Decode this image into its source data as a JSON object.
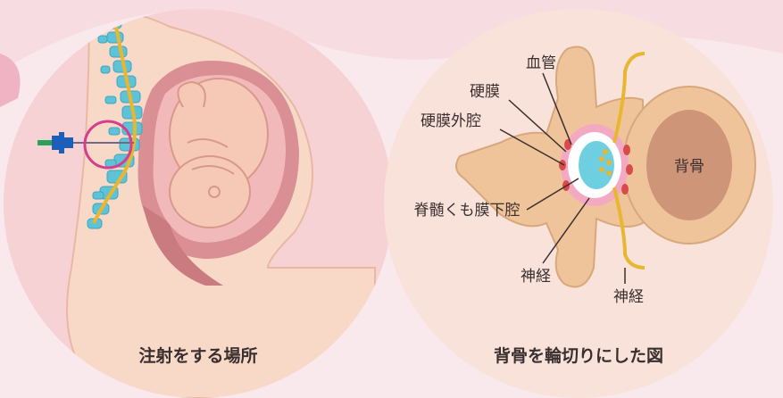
{
  "left_panel": {
    "caption": "注射をする場所"
  },
  "right_panel": {
    "caption": "背骨を輪切りにした図",
    "labels": {
      "blood_vessel": "血管",
      "dura": "硬膜",
      "epidural_space": "硬膜外腔",
      "subarachnoid_space": "脊髄くも膜下腔",
      "nerve_left": "神経",
      "nerve_right": "神経",
      "vertebral_body": "背骨"
    }
  },
  "colors": {
    "background": "#f9e9ec",
    "left_circle": "#f6d2d5",
    "right_circle": "#f8e2da",
    "spine": "#5fc3d8",
    "spinal_cord": "#e8b630",
    "bone": "#f0c49a",
    "vertebral_body": "#cf9579",
    "needle_marker": "#d63d8a",
    "syringe": "#1d5fb8",
    "blood": "#d94a4a"
  }
}
